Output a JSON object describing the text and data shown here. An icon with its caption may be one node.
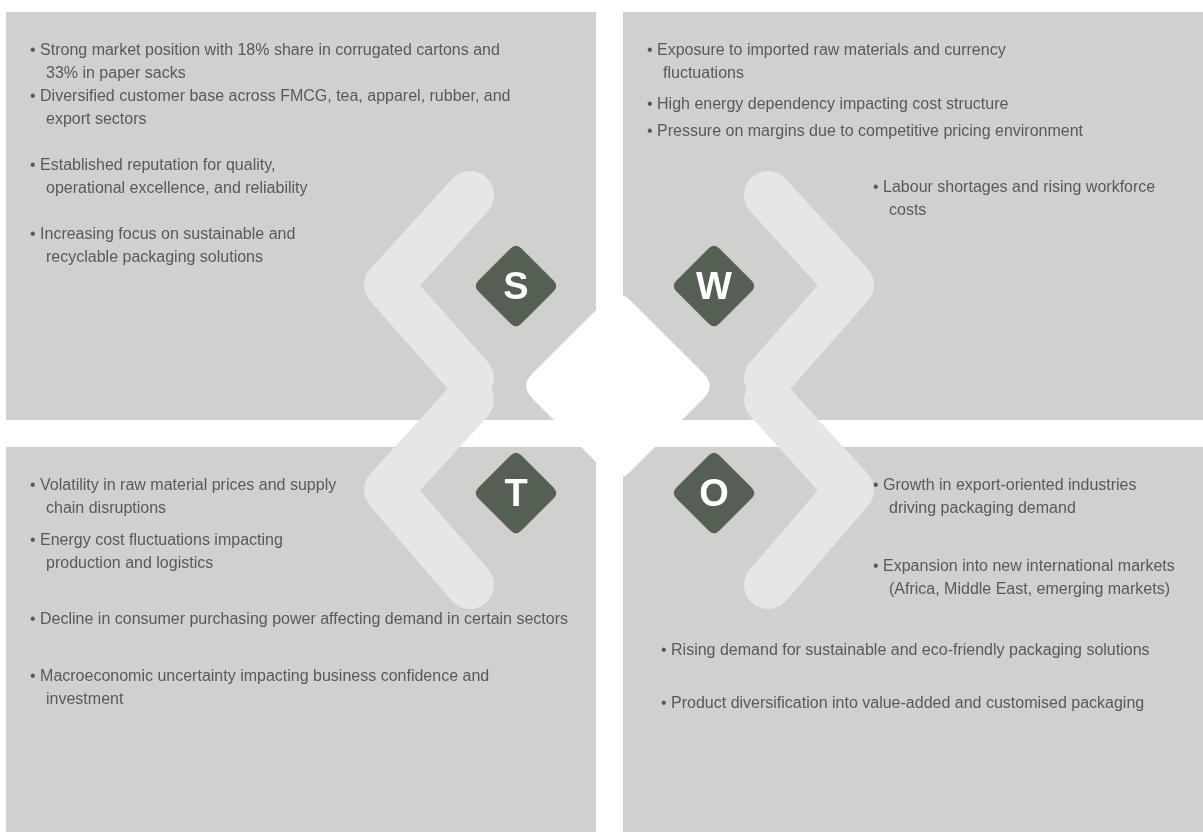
{
  "diagram": {
    "nodes": [
      {
        "text": [
          "• Strong market position with 18% share in corrugated cartons and 33% in paper sacks",
          "• Diversified customer base across FMCG, tea, apparel, rubber, and export sectors",
          "• Established reputation for quality, operational excellence, and reliability",
          "• Increasing focus on sustainable and recyclable packaging solutions"
        ]
      },
      {
        "text": [
          "• Exposure to imported raw materials and currency fluctuations",
          "• High energy dependency impacting cost structure",
          "• Pressure on margins due to competitive pricing environment",
          "• Labour shortages and rising workforce costs"
        ]
      },
      {
        "text": [
          "• Volatility in raw material prices and supply chain disruptions",
          "• Energy cost fluctuations impacting production and logistics",
          "• Decline in consumer purchasing power affecting demand in certain sectors",
          "• Macroeconomic uncertainty impacting business confidence and investment"
        ]
      },
      {
        "text": [
          "• Growth in export-oriented industries driving packaging demand",
          "• Expansion into new international markets (Africa, Middle East, emerging markets)",
          "• Rising demand for sustainable and eco-friendly packaging solutions",
          "• Product diversification into value-added and customised packaging"
        ]
      },
      {
        "text": [
          "S"
        ],
        "in": 0
      },
      {
        "text": [
          "W"
        ],
        "in": 1
      },
      {
        "text": [
          "T"
        ],
        "in": 2
      },
      {
        "text": [
          "O"
        ],
        "in": 3
      },
      {
        "text": [],
        "shape": "diamond"
      }
    ]
  }
}
